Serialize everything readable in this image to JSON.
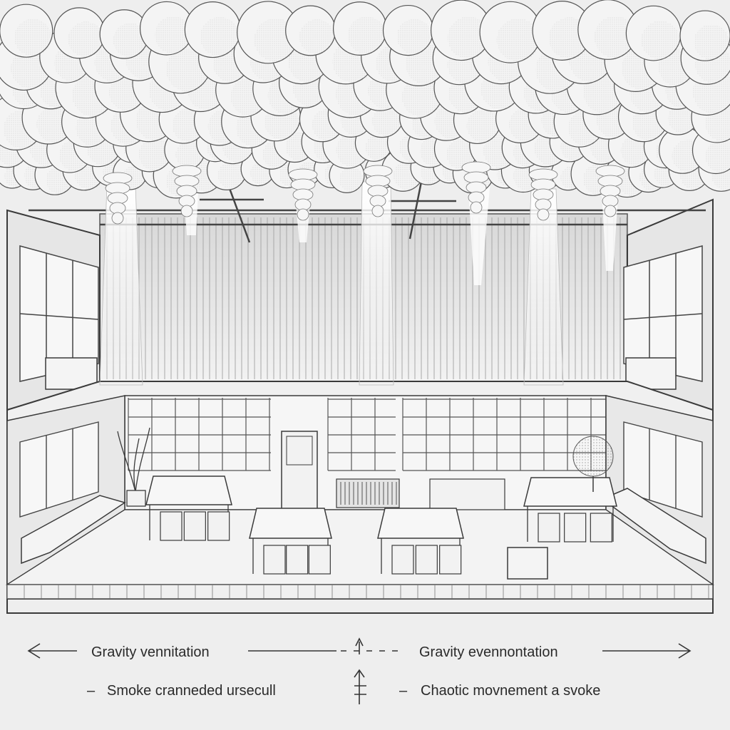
{
  "legend": {
    "top_left": "Gravity vennitation",
    "top_right": "Gravity evennontation",
    "bottom_left": "Smoke cranneded ursecull",
    "bottom_right": "Chaotic movnement a svoke"
  },
  "colors": {
    "background": "#eeeeee",
    "line": "#3a3a3a",
    "cloud_fill": "#f4f4f4",
    "cloud_shade": "#bdbdbd"
  }
}
